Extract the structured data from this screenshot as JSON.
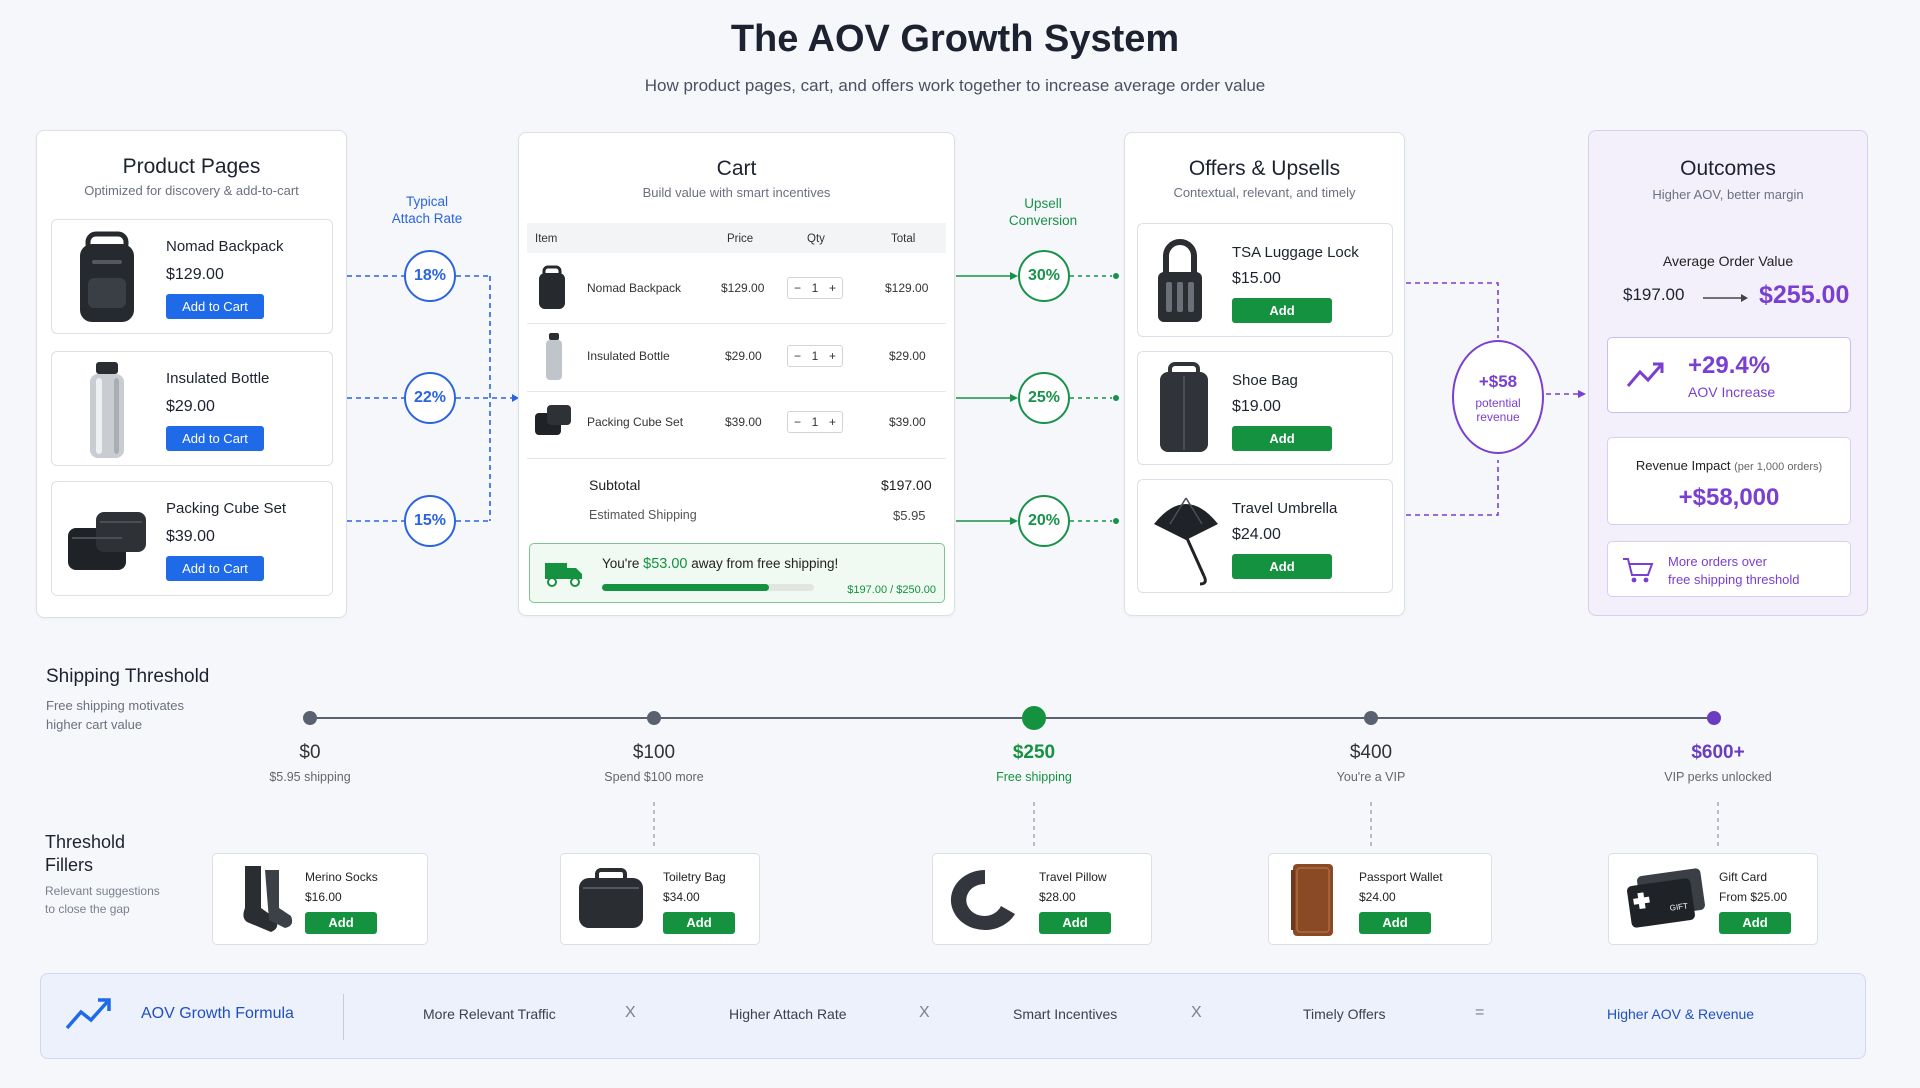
{
  "header": {
    "title": "The AOV Growth System",
    "subtitle": "How product pages, cart, and offers work together to increase average order value"
  },
  "product_pages": {
    "title": "Product Pages",
    "subtitle": "Optimized for discovery & add-to-cart",
    "button_label": "Add to Cart",
    "items": [
      {
        "name": "Nomad Backpack",
        "price": "$129.00"
      },
      {
        "name": "Insulated Bottle",
        "price": "$29.00"
      },
      {
        "name": "Packing Cube Set",
        "price": "$39.00"
      }
    ]
  },
  "attach": {
    "label_line1": "Typical",
    "label_line2": "Attach Rate",
    "rates": [
      "18%",
      "22%",
      "15%"
    ]
  },
  "cart": {
    "title": "Cart",
    "subtitle": "Build value with smart incentives",
    "columns": [
      "Item",
      "Price",
      "Qty",
      "Total"
    ],
    "rows": [
      {
        "name": "Nomad Backpack",
        "price": "$129.00",
        "qty": "1",
        "total": "$129.00"
      },
      {
        "name": "Insulated Bottle",
        "price": "$29.00",
        "qty": "1",
        "total": "$29.00"
      },
      {
        "name": "Packing Cube Set",
        "price": "$39.00",
        "qty": "1",
        "total": "$39.00"
      }
    ],
    "minus": "−",
    "plus": "+",
    "subtotal_label": "Subtotal",
    "subtotal_value": "$197.00",
    "shipping_label": "Estimated Shipping",
    "shipping_value": "$5.95",
    "free_ship_prefix": "You're ",
    "free_ship_amount": "$53.00",
    "free_ship_suffix": " away from free shipping!",
    "progress_text": "$197.00 / $250.00",
    "progress_fraction": 0.788
  },
  "upsell": {
    "label_line1": "Upsell",
    "label_line2": "Conversion",
    "rates": [
      "30%",
      "25%",
      "20%"
    ]
  },
  "offers": {
    "title": "Offers & Upsells",
    "subtitle": "Contextual, relevant, and timely",
    "button_label": "Add",
    "items": [
      {
        "name": "TSA Luggage Lock",
        "price": "$15.00"
      },
      {
        "name": "Shoe Bag",
        "price": "$19.00"
      },
      {
        "name": "Travel Umbrella",
        "price": "$24.00"
      }
    ]
  },
  "potential": {
    "amount": "+$58",
    "line1": "potential",
    "line2": "revenue"
  },
  "outcomes": {
    "title": "Outcomes",
    "subtitle": "Higher AOV, better margin",
    "aov_label": "Average Order Value",
    "aov_from": "$197.00",
    "aov_to": "$255.00",
    "increase_value": "+29.4%",
    "increase_label": "AOV Increase",
    "revenue_label": "Revenue Impact",
    "revenue_note": "(per 1,000 orders)",
    "revenue_value": "+$58,000",
    "orders_line1": "More orders over",
    "orders_line2": "free shipping threshold"
  },
  "shipping": {
    "title": "Shipping Threshold",
    "subtitle_line1": "Free shipping motivates",
    "subtitle_line2": "higher cart value",
    "milestones": [
      {
        "value": "$0",
        "sub": "$5.95 shipping"
      },
      {
        "value": "$100",
        "sub": "Spend $100 more"
      },
      {
        "value": "$250",
        "sub": "Free shipping"
      },
      {
        "value": "$400",
        "sub": "You're a VIP"
      },
      {
        "value": "$600+",
        "sub": "VIP perks unlocked"
      }
    ]
  },
  "fillers": {
    "title_line1": "Threshold",
    "title_line2": "Fillers",
    "subtitle_line1": "Relevant suggestions",
    "subtitle_line2": "to close the gap",
    "button_label": "Add",
    "items": [
      {
        "name": "Merino Socks",
        "price": "$16.00"
      },
      {
        "name": "Toiletry Bag",
        "price": "$34.00"
      },
      {
        "name": "Travel Pillow",
        "price": "$28.00"
      },
      {
        "name": "Passport Wallet",
        "price": "$24.00"
      },
      {
        "name": "Gift Card",
        "price": "From $25.00"
      }
    ],
    "gift_card_text": "GIFT"
  },
  "formula": {
    "title": "AOV Growth Formula",
    "terms": [
      "More Relevant Traffic",
      "Higher Attach Rate",
      "Smart Incentives",
      "Timely Offers"
    ],
    "times": "X",
    "equals": "=",
    "result": "Higher AOV & Revenue"
  },
  "colors": {
    "blue": "#1f6ae8",
    "green": "#14923f",
    "purple": "#7a3fd0",
    "timeline": "#5a6270"
  }
}
